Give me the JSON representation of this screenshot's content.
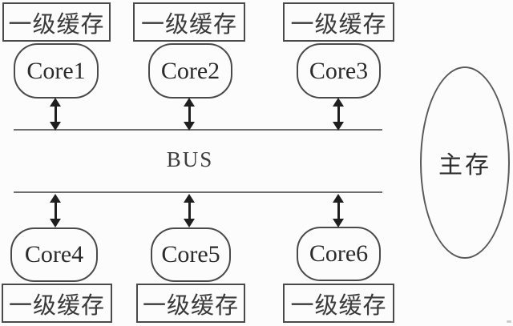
{
  "labels": {
    "cache": "一级缓存",
    "bus": "BUS",
    "main_memory": "主存"
  },
  "cores": [
    "Core1",
    "Core2",
    "Core3",
    "Core4",
    "Core5",
    "Core6"
  ],
  "colors": {
    "background": "#fcfcfc",
    "box_border": "#4a4a4a",
    "bus_line": "#6e6e6e",
    "arrow": "#1f1f1f",
    "text": "#2b2b2b"
  }
}
